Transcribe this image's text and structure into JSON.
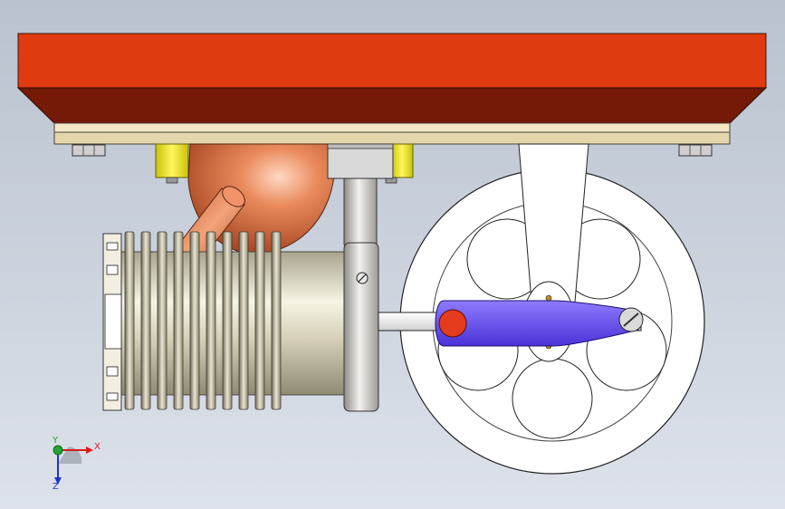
{
  "viewport": {
    "background_top": "#b9c2cf",
    "background_bottom": "#dde2ea"
  },
  "model": {
    "base_plate_color": "#e03a10",
    "base_plate_side_color": "#741a06",
    "mount_plate_color": "#f2e7c4",
    "bracket_color": "#f6ef2a",
    "flask_color": "#d86a3e",
    "cylinder_color": "#d7d2ba",
    "flywheel_color": "#ffffff",
    "crank_color": "#6b55f0",
    "crank_pin_color": "#e43c1c"
  },
  "triad": {
    "x_label": "X",
    "y_label": "Y",
    "z_label": "Z",
    "x_color": "#d81c1c",
    "y_color": "#22a633",
    "z_color": "#2233cc"
  }
}
